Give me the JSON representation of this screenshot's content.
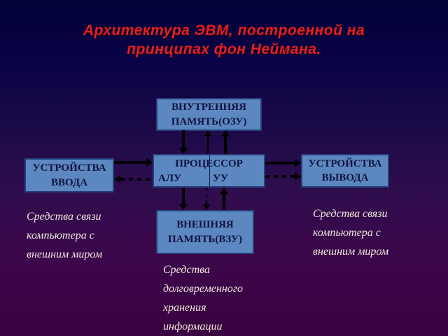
{
  "slide_title": "Архитектура ЭВМ, построенной на\nпринципах фон Неймана.",
  "diagram": {
    "internal_memory_label": "ВНУТРЕННЯЯ\nПАМЯТЬ(ОЗУ)",
    "processor": {
      "title": "ПРОЦЕССОР",
      "alu": "АЛУ",
      "cu": "УУ"
    },
    "input_devices_label": "УСТРОЙСТВА\nВВОДА",
    "output_devices_label": "УСТРОЙСТВА\nВЫВОДА",
    "external_memory_label": "ВНЕШНЯЯ\nПАМЯТЬ(ВЗУ)"
  },
  "captions": {
    "input_note": "Средства связи\nкомпьютера с\nвнешним миром",
    "output_note": "Средства связи\nкомпьютера с\nвнешним миром",
    "storage_note": "Средства\nдолговременного\nхранения\nинформации"
  },
  "colors": {
    "background_top": "#020238",
    "background_bottom": "#3a0240",
    "box_fill": "#5d87c0",
    "box_border": "#24407a",
    "box_text": "#0e123e",
    "title_text": "#e32020",
    "caption_text": "#efe9dc",
    "arrow": "#000000"
  }
}
